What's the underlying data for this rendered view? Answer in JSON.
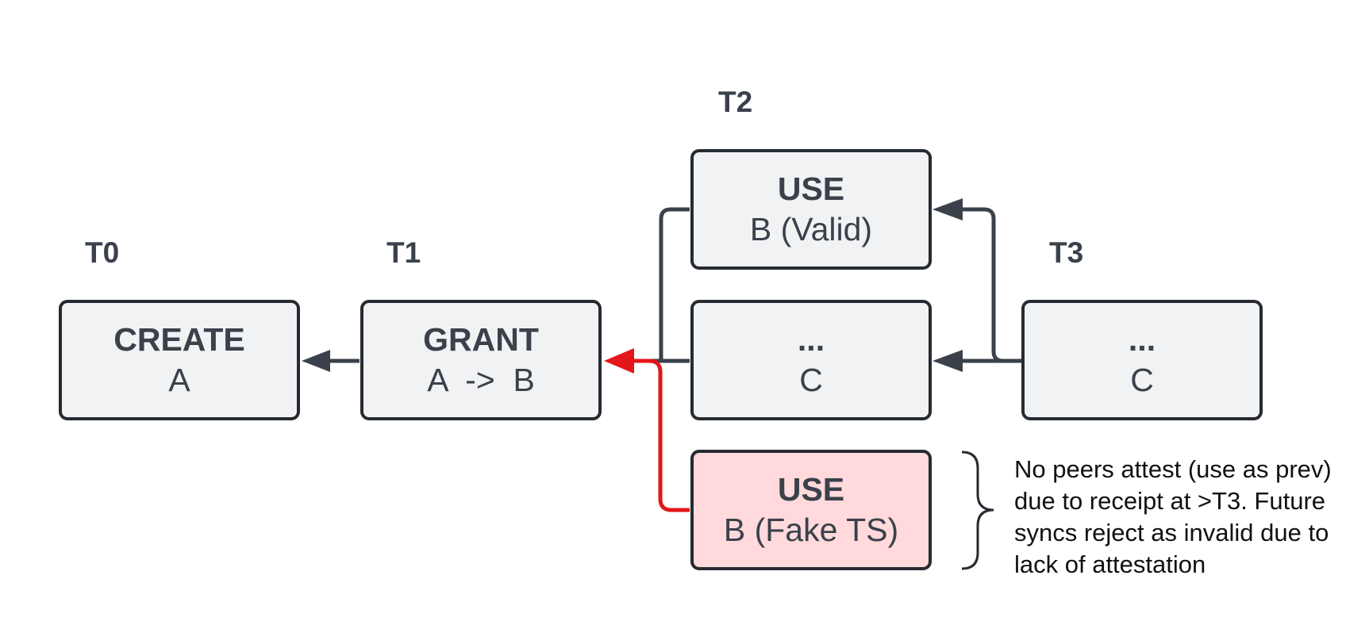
{
  "colors": {
    "node_fill": "#f1f2f4",
    "node_fill_fake": "#ffd9db",
    "node_border": "#262b31",
    "text": "#3a414b",
    "connector": "#3a414b",
    "connector_invalid": "#e3161b"
  },
  "time_labels": {
    "t0": "T0",
    "t1": "T1",
    "t2": "T2",
    "t3": "T3"
  },
  "nodes": {
    "create": {
      "title": "CREATE",
      "sub": "A"
    },
    "grant": {
      "title": "GRANT",
      "sub": "A  ->  B"
    },
    "use_valid": {
      "title": "USE",
      "sub": "B (Valid)"
    },
    "middle_t2": {
      "title": "...",
      "sub": "C"
    },
    "t3": {
      "title": "...",
      "sub": "C"
    },
    "use_fake": {
      "title": "USE",
      "sub": "B (Fake TS)"
    }
  },
  "annotation": "No peers attest (use as prev) due to receipt at >T3. Future syncs reject as invalid due to lack of attestation"
}
